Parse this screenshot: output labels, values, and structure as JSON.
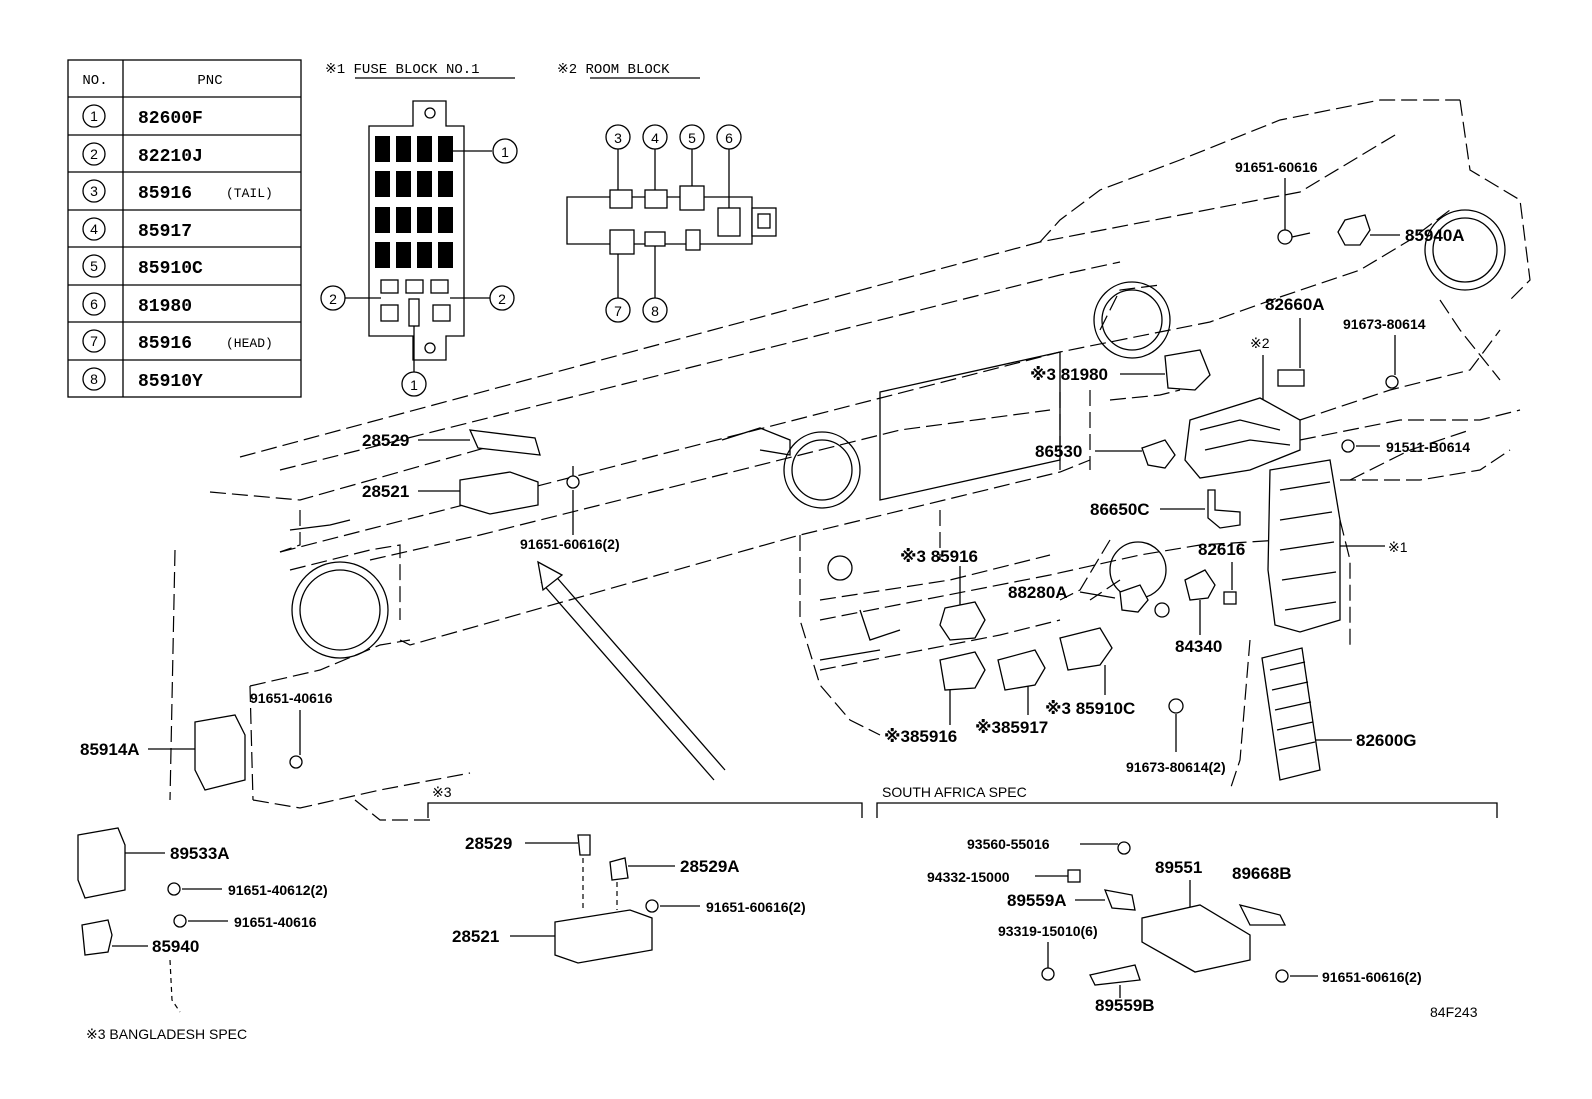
{
  "table": {
    "headers": [
      "NO.",
      "PNC"
    ],
    "rows": [
      {
        "no": "1",
        "pnc": "82600F",
        "suffix": ""
      },
      {
        "no": "2",
        "pnc": "82210J",
        "suffix": ""
      },
      {
        "no": "3",
        "pnc": "85916",
        "suffix": "(TAIL)"
      },
      {
        "no": "4",
        "pnc": "85917",
        "suffix": ""
      },
      {
        "no": "5",
        "pnc": "85910C",
        "suffix": ""
      },
      {
        "no": "6",
        "pnc": "81980",
        "suffix": ""
      },
      {
        "no": "7",
        "pnc": "85916",
        "suffix": "(HEAD)"
      },
      {
        "no": "8",
        "pnc": "85910Y",
        "suffix": ""
      }
    ]
  },
  "headings": {
    "fuse_block": "※1 FUSE BLOCK NO.1",
    "room_block": "※2 ROOM BLOCK",
    "note3_box": "※3",
    "south_africa": "SOUTH AFRICA SPEC",
    "bangladesh": "※3 BANGLADESH SPEC",
    "drawing_code": "84F243"
  },
  "fuse_callouts": [
    "1",
    "2",
    "2",
    "1"
  ],
  "room_callouts": [
    "3",
    "4",
    "5",
    "6",
    "7",
    "8"
  ],
  "labels": {
    "p91651_60616_top": "91651-60616",
    "p85940A": "85940A",
    "p82660A": "82660A",
    "p91673_80614_top": "91673-80614",
    "p81980": "※3 81980",
    "mark2": "※2",
    "p91511": "91511-B0614",
    "p86530": "86530",
    "p86650C": "86650C",
    "mark1": "※1",
    "p82616": "82616",
    "p28529": "28529",
    "p28521": "28521",
    "p91651_60616_2": "91651-60616(2)",
    "p85916_a": "※3 85916",
    "p88280A": "88280A",
    "p84340": "84340",
    "p91651_40616_a": "91651-40616",
    "p85914A": "85914A",
    "p85916_b": "※385916",
    "p85917": "※385917",
    "p85910C": "※3 85910C",
    "p82600G": "82600G",
    "p91673_80614_2": "91673-80614(2)",
    "p89533A": "89533A",
    "p91651_40612_2": "91651-40612(2)",
    "p91651_40616_b": "91651-40616",
    "p85940": "85940",
    "b_28529": "28529",
    "b_28529A": "28529A",
    "b_91651_60616_2": "91651-60616(2)",
    "b_28521": "28521",
    "s_93560": "93560-55016",
    "s_94332": "94332-15000",
    "s_89551": "89551",
    "s_89668B": "89668B",
    "s_89559A": "89559A",
    "s_93319": "93319-15010(6)",
    "s_91651": "91651-60616(2)",
    "s_89559B": "89559B"
  }
}
